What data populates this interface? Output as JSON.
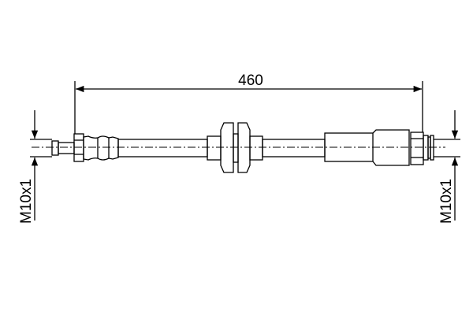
{
  "dimensions": {
    "length": "460",
    "thread_left": "M10x1",
    "thread_right": "M10x1"
  },
  "colors": {
    "line": "#000000",
    "background": "#ffffff"
  }
}
